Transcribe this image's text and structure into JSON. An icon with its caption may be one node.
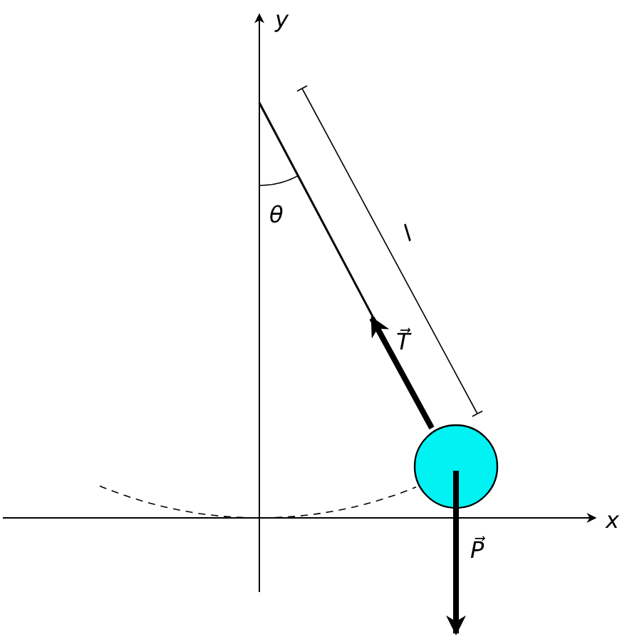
{
  "diagram": {
    "nodes": [
      {
        "text": [],
        "shape": "circle"
      }
    ],
    "labels": [
      "y",
      "θ",
      "l",
      "T⃗",
      "x",
      "P⃗"
    ]
  }
}
